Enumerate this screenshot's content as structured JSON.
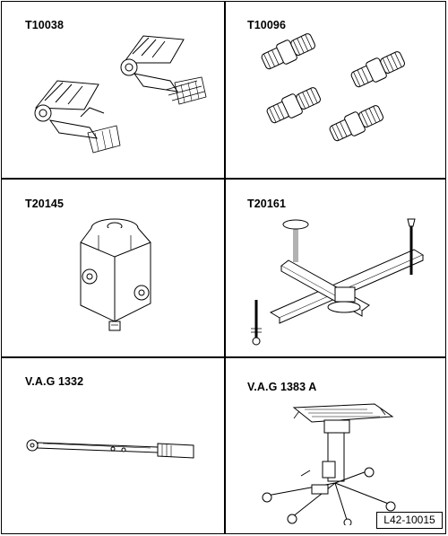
{
  "tools": [
    {
      "code": "T10038",
      "icon": "ratchet-strap-icon"
    },
    {
      "code": "T10096",
      "icon": "guide-bolt-icon"
    },
    {
      "code": "T20145",
      "icon": "adapter-bracket-icon"
    },
    {
      "code": "T20161",
      "icon": "support-bridge-icon"
    },
    {
      "code": "V.A.G 1332",
      "icon": "torque-wrench-icon"
    },
    {
      "code": "V.A.G 1383 A",
      "icon": "transmission-jack-icon"
    }
  ],
  "reference": "L42-10015"
}
